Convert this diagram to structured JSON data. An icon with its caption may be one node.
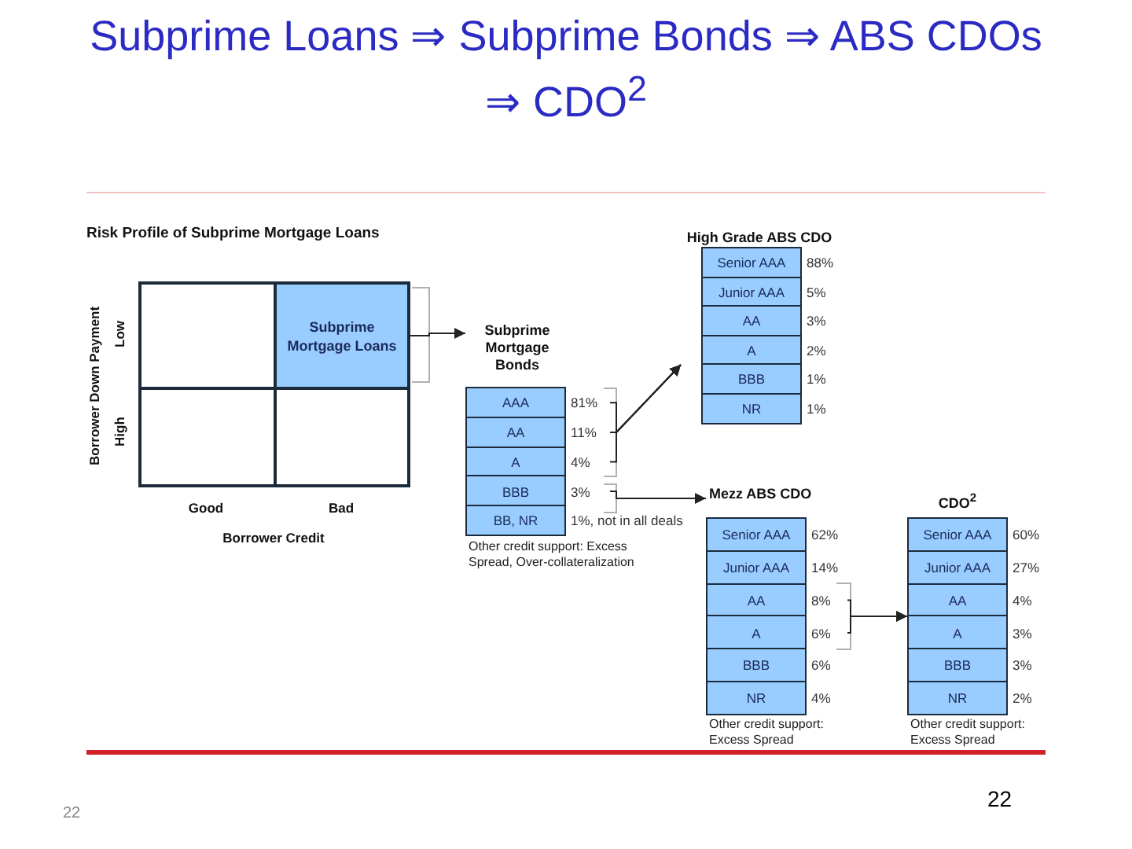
{
  "diagram": {
    "title": "Subprime Loans ⇒ Subprime Bonds ⇒ ABS CDOs ⇒ CDO$^{2}$",
    "nodes": [
      {
        "text": [],
        "shape": "box"
      },
      {
        "text": [
          "Subprime Mortgage Loans"
        ]
      },
      {
        "text": [],
        "shape": "box"
      },
      {
        "text": [],
        "shape": "box"
      },
      {
        "text": [
          "Subprime Mortgage Bonds"
        ],
        "beside": [
          "Other credit support: Excess Spread, Over-collateralization"
        ]
      },
      {
        "text": [
          "AAA"
        ],
        "in": 4,
        "beside": [
          "81%"
        ]
      },
      {
        "text": [
          "AA"
        ],
        "in": 4,
        "beside": [
          "11%"
        ]
      },
      {
        "text": [
          "A"
        ],
        "in": 4,
        "beside": [
          "4%"
        ]
      },
      {
        "text": [
          "BBB"
        ],
        "in": 4,
        "beside": [
          "3%"
        ]
      },
      {
        "text": [
          "BB, NR"
        ],
        "in": 4,
        "beside": [
          "1%, not in all deals"
        ]
      },
      {
        "text": [
          "High Grade ABS CDO"
        ]
      },
      {
        "text": [
          "Senior AAA"
        ],
        "in": 10,
        "beside": [
          "88%"
        ]
      },
      {
        "text": [
          "Junior AAA"
        ],
        "in": 10,
        "beside": [
          "5%"
        ]
      },
      {
        "text": [
          "AA"
        ],
        "in": 10,
        "beside": [
          "3%"
        ]
      },
      {
        "text": [
          "A"
        ],
        "in": 10,
        "beside": [
          "2%"
        ]
      },
      {
        "text": [
          "BBB"
        ],
        "in": 10,
        "beside": [
          "1%"
        ]
      },
      {
        "text": [
          "NR"
        ],
        "in": 10,
        "beside": [
          "1%"
        ]
      },
      {
        "text": [
          "Mezz ABS CDO"
        ],
        "beside": [
          "Other credit support: Excess Spread"
        ]
      },
      {
        "text": [
          "Senior AAA"
        ],
        "in": 17,
        "beside": [
          "62%"
        ]
      },
      {
        "text": [
          "Junior AAA"
        ],
        "in": 17,
        "beside": [
          "14%"
        ]
      },
      {
        "text": [
          "AA"
        ],
        "in": 17,
        "beside": [
          "8%"
        ]
      },
      {
        "text": [
          "A"
        ],
        "in": 17,
        "beside": [
          "6%"
        ]
      },
      {
        "text": [
          "BBB"
        ],
        "in": 17,
        "beside": [
          "6%"
        ]
      },
      {
        "text": [
          "NR"
        ],
        "in": 17,
        "beside": [
          "4%"
        ]
      },
      {
        "text": [
          "CDO$^{2}$"
        ],
        "beside": [
          "Other credit support: Excess Spread"
        ]
      },
      {
        "text": [
          "Senior AAA"
        ],
        "in": 24,
        "beside": [
          "60%"
        ]
      },
      {
        "text": [
          "Junior AAA"
        ],
        "in": 24,
        "beside": [
          "27%"
        ]
      },
      {
        "text": [
          "AA"
        ],
        "in": 24,
        "beside": [
          "4%"
        ]
      },
      {
        "text": [
          "A"
        ],
        "in": 24,
        "beside": [
          "3%"
        ]
      },
      {
        "text": [
          "BBB"
        ],
        "in": 24,
        "beside": [
          "3%"
        ]
      },
      {
        "text": [
          "NR"
        ],
        "in": 24,
        "beside": [
          "2%"
        ]
      }
    ],
    "edges": [
      {
        "from": 1,
        "to": 4,
        "arrow": "to"
      },
      {
        "from": 5,
        "to": 10,
        "arrow": "to"
      },
      {
        "from": 6,
        "to": 10,
        "arrow": "to"
      },
      {
        "from": 7,
        "to": 10,
        "arrow": "to"
      },
      {
        "from": 8,
        "to": 17,
        "arrow": "to"
      },
      {
        "from": 20,
        "to": 24,
        "arrow": "to"
      },
      {
        "from": 21,
        "to": 24,
        "arrow": "to"
      }
    ],
    "labels": [
      "Risk Profile of Subprime Mortgage Loans",
      "Borrower Down Payment",
      "Low",
      "High",
      "Good",
      "Bad",
      "Borrower Credit",
      "22",
      "22"
    ]
  }
}
